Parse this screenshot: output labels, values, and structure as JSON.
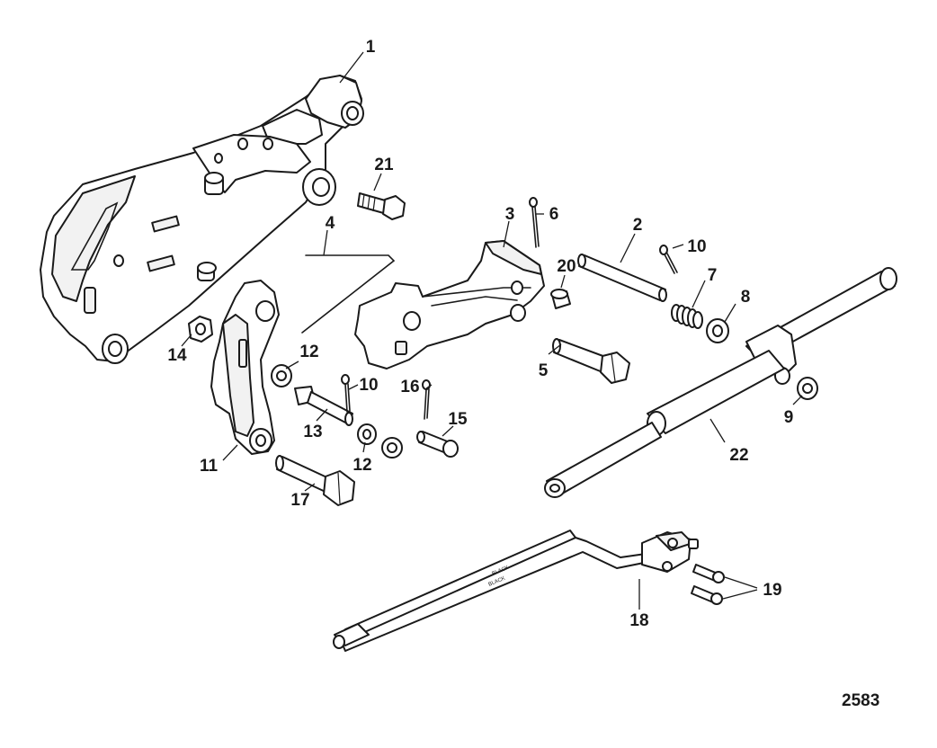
{
  "figure_number": "2583",
  "callouts": [
    {
      "id": "c1",
      "text": "1"
    },
    {
      "id": "c2",
      "text": "2"
    },
    {
      "id": "c3",
      "text": "3"
    },
    {
      "id": "c4",
      "text": "4"
    },
    {
      "id": "c5",
      "text": "5"
    },
    {
      "id": "c6",
      "text": "6"
    },
    {
      "id": "c7",
      "text": "7"
    },
    {
      "id": "c8",
      "text": "8"
    },
    {
      "id": "c9",
      "text": "9"
    },
    {
      "id": "c10a",
      "text": "10"
    },
    {
      "id": "c10b",
      "text": "10"
    },
    {
      "id": "c11",
      "text": "11"
    },
    {
      "id": "c12a",
      "text": "12"
    },
    {
      "id": "c12b",
      "text": "12"
    },
    {
      "id": "c13",
      "text": "13"
    },
    {
      "id": "c14",
      "text": "14"
    },
    {
      "id": "c15",
      "text": "15"
    },
    {
      "id": "c16",
      "text": "16"
    },
    {
      "id": "c17",
      "text": "17"
    },
    {
      "id": "c18",
      "text": "18"
    },
    {
      "id": "c19",
      "text": "19"
    },
    {
      "id": "c20",
      "text": "20"
    },
    {
      "id": "c21",
      "text": "21"
    },
    {
      "id": "c22",
      "text": "22"
    }
  ]
}
